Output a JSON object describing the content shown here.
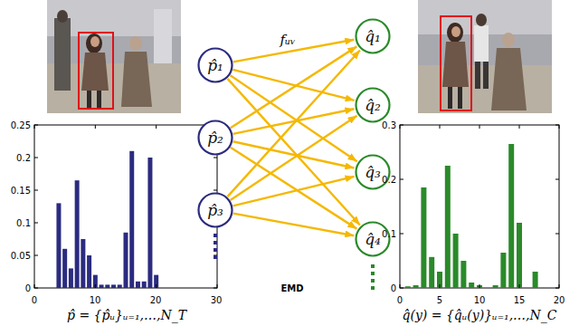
{
  "diagram": {
    "nodes": [
      {
        "text": [
          "p̂₁"
        ]
      },
      {
        "text": [
          "p̂₂"
        ]
      },
      {
        "text": [
          "p̂₃"
        ]
      },
      {
        "text": [
          "q̂₁"
        ]
      },
      {
        "text": [
          "q̂₂"
        ]
      },
      {
        "text": [
          "q̂₃"
        ]
      },
      {
        "text": [
          "q̂₄"
        ]
      }
    ],
    "edges": [
      {
        "from": 0,
        "to": 3,
        "arrow": "to",
        "label": "fᵤᵥ"
      },
      {
        "from": 0,
        "to": 4,
        "arrow": "to"
      },
      {
        "from": 0,
        "to": 5,
        "arrow": "to"
      },
      {
        "from": 0,
        "to": 6,
        "arrow": "to"
      },
      {
        "from": 1,
        "to": 3,
        "arrow": "to"
      },
      {
        "from": 1,
        "to": 4,
        "arrow": "to"
      },
      {
        "from": 1,
        "to": 5,
        "arrow": "to"
      },
      {
        "from": 1,
        "to": 6,
        "arrow": "to"
      },
      {
        "from": 2,
        "to": 3,
        "arrow": "to"
      },
      {
        "from": 2,
        "to": 4,
        "arrow": "to"
      },
      {
        "from": 2,
        "to": 5,
        "arrow": "to"
      },
      {
        "from": 2,
        "to": 6,
        "arrow": "to"
      }
    ],
    "labels": [
      "0",
      "0.05",
      "0.1",
      "0.15",
      "0.2",
      "0.25",
      "0",
      "10",
      "20",
      "30",
      "p̂ = {p̂ᵤ}ᵤ₌₁,…,N_T",
      "EMD",
      "0",
      "0.1",
      "0.2",
      "0.3",
      "0",
      "5",
      "10",
      "15",
      "20",
      "q̂(y) = {q̂ᵤ(y)}ᵤ₌₁,…,N_C"
    ]
  }
}
